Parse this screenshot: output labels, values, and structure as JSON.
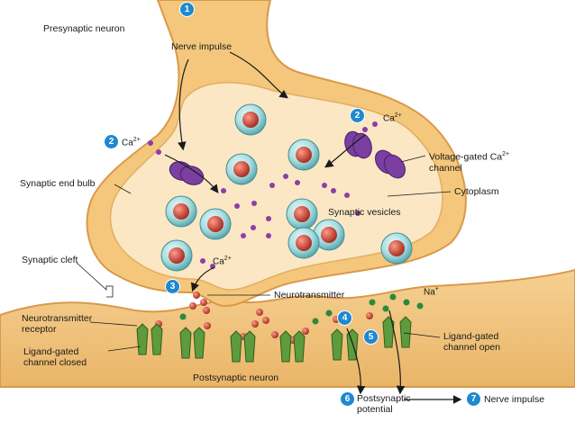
{
  "labels": {
    "presynaptic_neuron": "Presynaptic neuron",
    "nerve_impulse_top": "Nerve impulse",
    "synaptic_end_bulb": "Synaptic end bulb",
    "voltage_gated_line1": "Voltage-gated Ca",
    "voltage_gated_sup": "2+",
    "voltage_gated_line2": "channel",
    "cytoplasm": "Cytoplasm",
    "synaptic_vesicles": "Synaptic vesicles",
    "synaptic_cleft": "Synaptic cleft",
    "neurotransmitter": "Neurotransmitter",
    "nt_receptor_line1": "Neurotransmitter",
    "nt_receptor_line2": "receptor",
    "lg_closed_line1": "Ligand-gated",
    "lg_closed_line2": "channel closed",
    "lg_open_line1": "Ligand-gated",
    "lg_open_line2": "channel open",
    "postsynaptic_neuron": "Postsynaptic neuron",
    "postsynaptic_potential_line1": "Postsynaptic",
    "postsynaptic_potential_line2": "potential",
    "nerve_impulse_bottom": "Nerve impulse"
  },
  "ions": {
    "ca_base": "Ca",
    "ca_charge": "2+",
    "na_base": "Na",
    "na_charge": "+"
  },
  "steps": [
    "1",
    "2",
    "2",
    "3",
    "4",
    "5",
    "6",
    "7"
  ],
  "colors": {
    "cell_fill": "#f4c77c",
    "cell_edge": "#d9994a",
    "cytoplasm": "#fbe7c3",
    "channel": "#7a3fa0",
    "receptor": "#5d9b3c",
    "vesicle": "#8fd0d6",
    "neurotransmitter": "#c23a2a",
    "calcium": "#8b3fa8",
    "sodium": "#2a8a3a",
    "badge": "#1e88d0"
  }
}
